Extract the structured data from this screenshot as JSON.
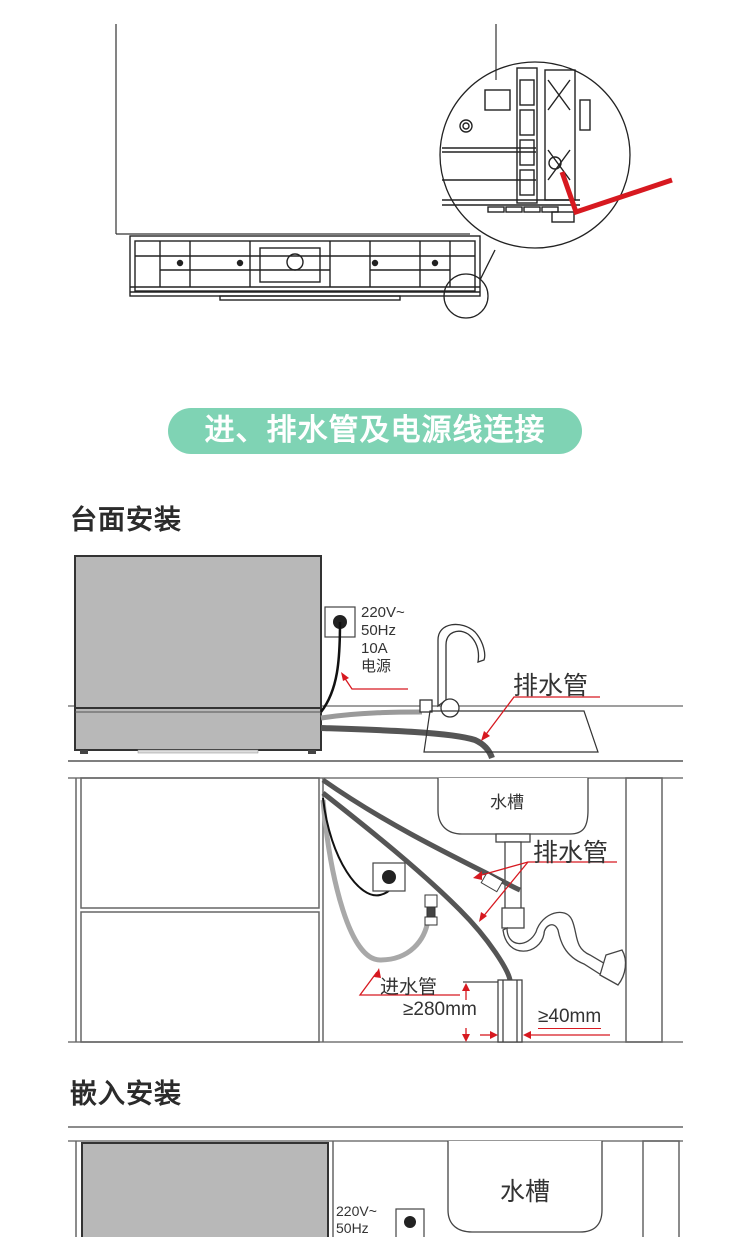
{
  "section_banner": {
    "title": "进、排水管及电源线连接",
    "color": "#7fd3b4"
  },
  "countertop_install": {
    "heading": "台面安装",
    "power_spec": {
      "voltage": "220V~",
      "frequency": "50Hz",
      "current": "10A",
      "label": "电源"
    },
    "drain_hose_label": "排水管",
    "sink_label": "水槽",
    "under_drain_hose_label": "排水管",
    "inlet_hose_label": "进水管",
    "height_requirement": "≥280mm",
    "gap_requirement": "≥40mm"
  },
  "embedded_install": {
    "heading": "嵌入安装",
    "sink_label": "水槽",
    "power_spec": {
      "voltage": "220V~",
      "frequency": "50Hz"
    }
  },
  "colors": {
    "accent_red": "#d71920",
    "appliance_gray": "#b8b8b8",
    "line_gray": "#555555"
  }
}
